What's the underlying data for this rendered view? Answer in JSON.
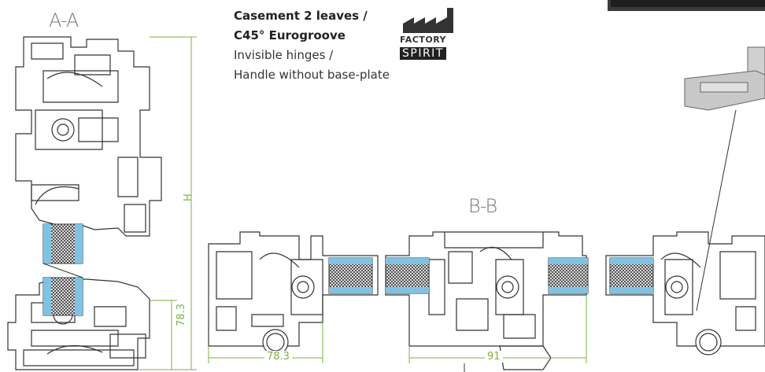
{
  "section_aa": "A-A",
  "section_bb": "B-B",
  "title": {
    "line1": "Casement 2 leaves /",
    "line2": "C45° Eurogroove",
    "line3": "Invisible hinges /",
    "line4": "Handle without base-plate"
  },
  "logo": {
    "top": "FACTORY",
    "bottom": "SPIRIT"
  },
  "dimensions": {
    "h_label": "H",
    "vertical_value": "78.3",
    "left_value": "78.3",
    "center_value": "91"
  },
  "colors": {
    "dimension": "#7fb33a",
    "glass": "#7ec3e4",
    "profile": "#333333"
  }
}
